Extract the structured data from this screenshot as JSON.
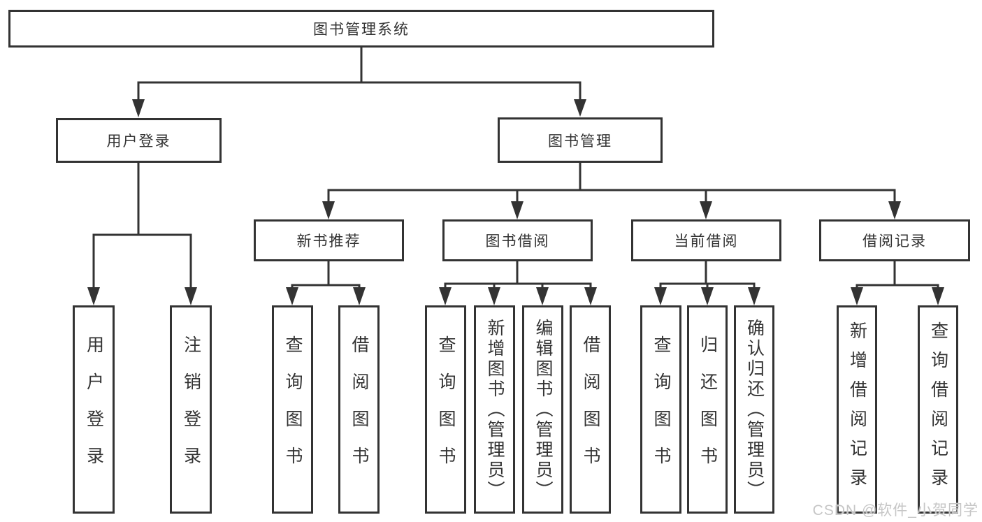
{
  "diagram": {
    "type": "hierarchy-tree",
    "nodes": {
      "root": {
        "label": "图书管理系统"
      },
      "level1": [
        {
          "id": "user-login",
          "label": "用户登录",
          "parent": "图书管理系统"
        },
        {
          "id": "book-management",
          "label": "图书管理",
          "parent": "图书管理系统"
        }
      ],
      "level2": [
        {
          "id": "new-book-recommend",
          "label": "新书推荐",
          "parent": "图书管理"
        },
        {
          "id": "book-borrowing",
          "label": "图书借阅",
          "parent": "图书管理"
        },
        {
          "id": "current-borrowing",
          "label": "当前借阅",
          "parent": "图书管理"
        },
        {
          "id": "borrowing-records",
          "label": "借阅记录",
          "parent": "图书管理"
        }
      ],
      "leaves": [
        {
          "id": "user-login-leaf",
          "label": "用户登录",
          "parent": "用户登录"
        },
        {
          "id": "logout",
          "label": "注销登录",
          "parent": "用户登录"
        },
        {
          "id": "query-books-recommend",
          "label": "查询图书",
          "parent": "新书推荐"
        },
        {
          "id": "borrow-books-recommend",
          "label": "借阅图书",
          "parent": "新书推荐"
        },
        {
          "id": "query-books-borrow",
          "label": "查询图书",
          "parent": "图书借阅"
        },
        {
          "id": "add-books-admin",
          "label": "新增图书（管理员）",
          "parent": "图书借阅"
        },
        {
          "id": "edit-books-admin",
          "label": "编辑图书（管理员）",
          "parent": "图书借阅"
        },
        {
          "id": "borrow-books",
          "label": "借阅图书",
          "parent": "图书借阅"
        },
        {
          "id": "query-books-current",
          "label": "查询图书",
          "parent": "当前借阅"
        },
        {
          "id": "return-books",
          "label": "归还图书",
          "parent": "当前借阅"
        },
        {
          "id": "confirm-return-admin",
          "label": "确认归还（管理员）",
          "parent": "当前借阅"
        },
        {
          "id": "add-borrow-record",
          "label": "新增借阅记录",
          "parent": "借阅记录"
        },
        {
          "id": "query-borrow-record",
          "label": "查询借阅记录",
          "parent": "借阅记录"
        }
      ]
    }
  },
  "watermark": "CSDN @软件_小贺同学",
  "colors": {
    "line": "#333333",
    "text": "#333333",
    "background": "#ffffff",
    "watermark": "#c6c6c6"
  }
}
